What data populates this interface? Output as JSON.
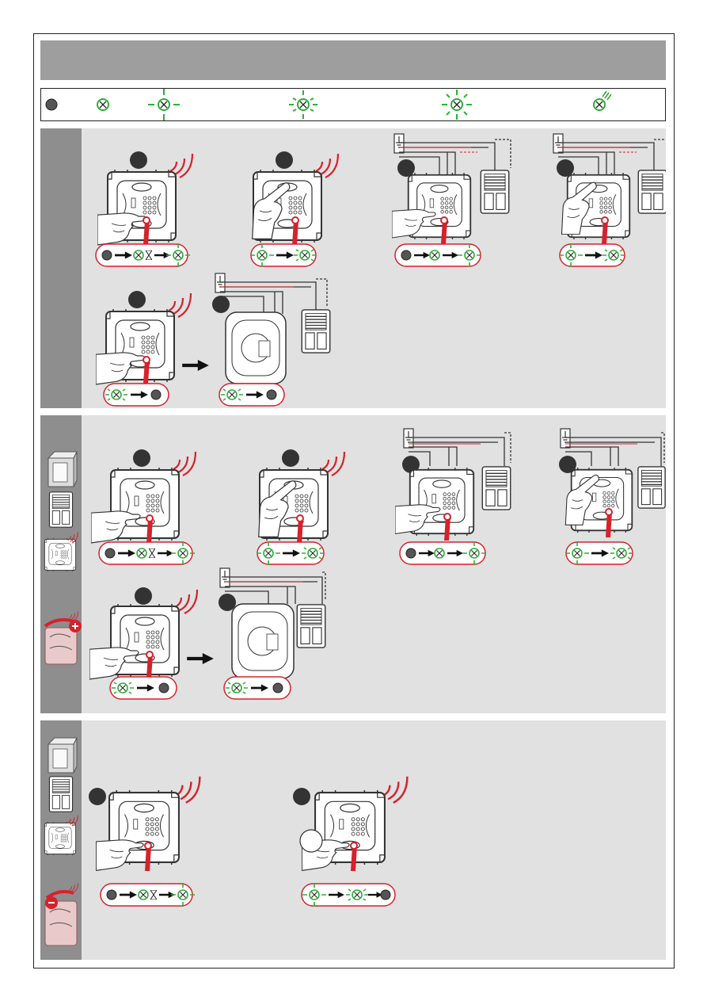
{
  "header": {
    "title": ""
  },
  "legend": {
    "items": [
      {
        "icon": "led-off-icon",
        "state": "off"
      },
      {
        "icon": "led-on-icon",
        "state": "on"
      },
      {
        "icon": "led-slow-blink-icon",
        "state": "slow-blink"
      },
      {
        "icon": "led-fast-blink-icon",
        "state": "fast-blink"
      },
      {
        "icon": "led-very-fast-blink-icon",
        "state": "very-fast-blink"
      },
      {
        "icon": "led-flash-icon",
        "state": "flash"
      }
    ]
  },
  "sections": [
    {
      "name": "procedure-1",
      "steps": 6
    },
    {
      "name": "procedure-2",
      "steps": 6,
      "side_icons": [
        "module-icon",
        "shutter-icon",
        "switch-icon",
        "add-icon"
      ]
    },
    {
      "name": "procedure-3",
      "steps": 2,
      "side_icons": [
        "module-icon",
        "shutter-icon",
        "switch-icon",
        "remove-icon"
      ]
    }
  ],
  "colors": {
    "red": "#d7212b",
    "green": "#2fae3a",
    "led_off": "#555555",
    "header": "#9e9e9e",
    "section_bg": "#e1e1e1",
    "side_bar": "#8e8e8e"
  }
}
